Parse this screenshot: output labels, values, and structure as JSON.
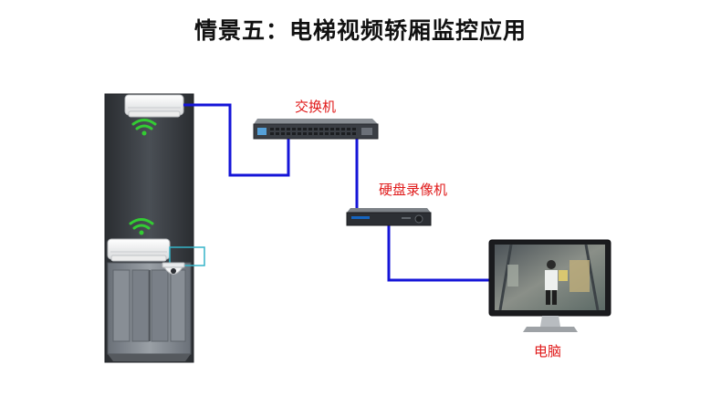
{
  "title": "情景五：电梯视频轿厢监控应用",
  "labels": {
    "switch": "交换机",
    "nvr": "硬盘录像机",
    "computer": "电脑"
  },
  "colors": {
    "cable": "#1515d8",
    "label_text": "#e01a1a",
    "wifi": "#33cc33",
    "shaft": "#3b3f44"
  },
  "icons": [
    "wifi-icon",
    "wireless-bridge-icon",
    "dome-camera-icon",
    "network-switch-icon",
    "nvr-icon",
    "monitor-icon"
  ]
}
